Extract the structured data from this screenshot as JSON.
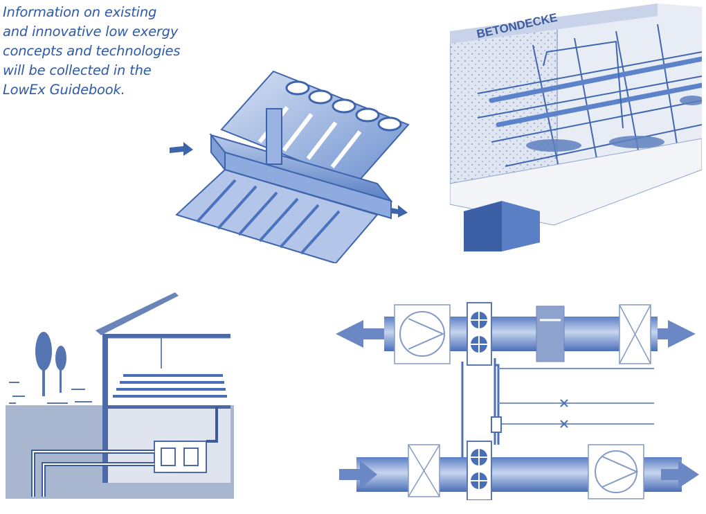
{
  "caption": {
    "lines": [
      " Information on existing",
      "and innovative low exergy",
      "concepts and technologies",
      "will be collected in the",
      "LowEx Guidebook."
    ]
  },
  "illustrations": {
    "concrete_slab_label": "BETONDECKE"
  },
  "colors": {
    "text_blue": "#2f5aa8",
    "illustration_blue": "#4a78c0",
    "light_blue": "#c9d6ee",
    "mid_blue": "#8fa9dc",
    "dark_blue": "#2c4f93"
  }
}
